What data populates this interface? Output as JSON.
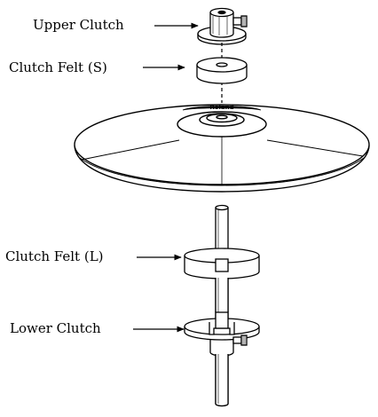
{
  "labels": {
    "upper_clutch": "Upper Clutch",
    "clutch_felt_s": "Clutch Felt (S)",
    "clutch_felt_l": "Clutch Felt (L)",
    "lower_clutch": "Lower Clutch"
  },
  "colors": {
    "line": "#000000",
    "background": "#ffffff",
    "cymbal_fill": "#ffffff"
  },
  "cymbal_logo_text": "Roland"
}
